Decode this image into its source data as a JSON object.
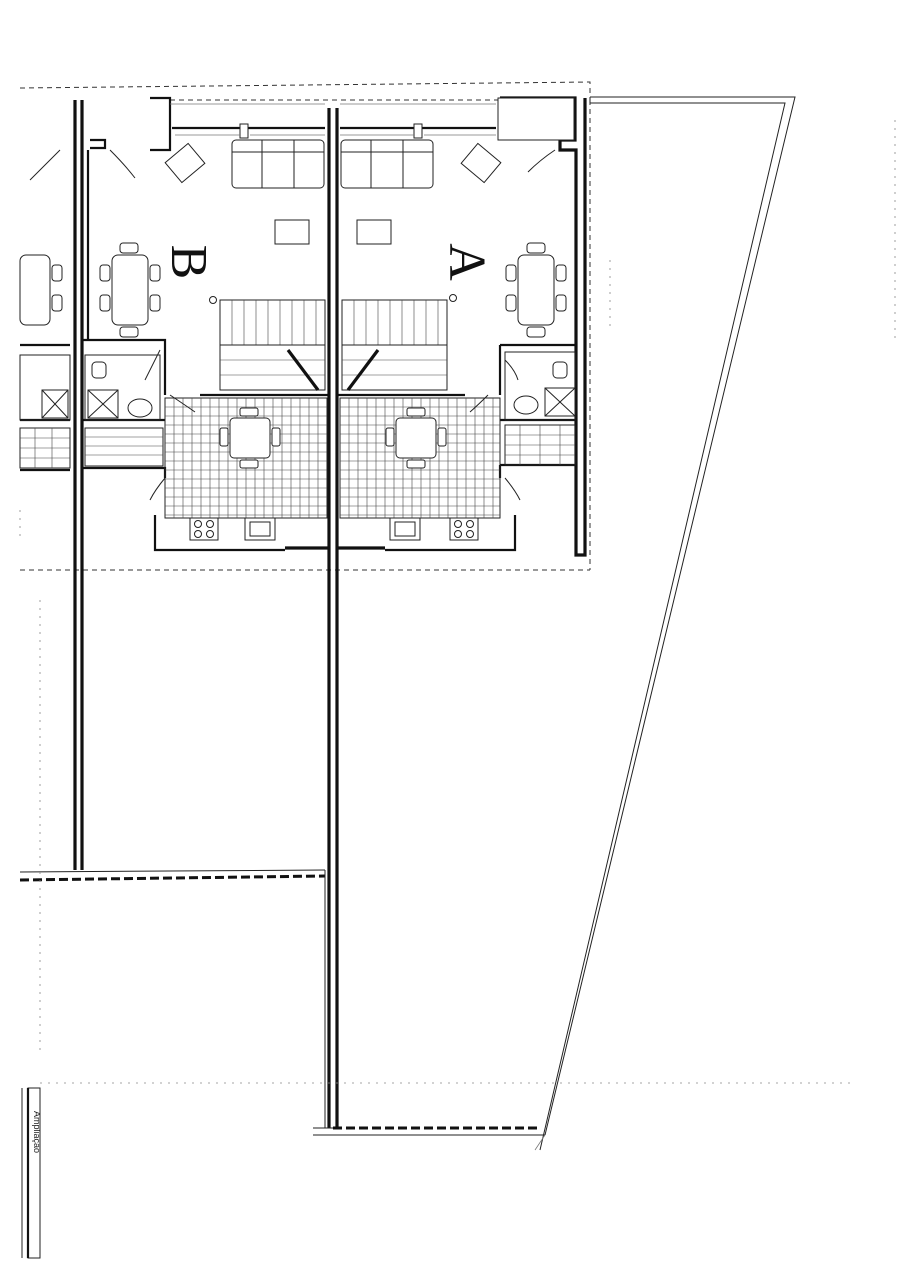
{
  "plan": {
    "unit_left_label": "B",
    "unit_right_label": "A",
    "stamp_text": "Ampliação"
  },
  "colors": {
    "ink": "#111111",
    "paper": "#ffffff"
  }
}
